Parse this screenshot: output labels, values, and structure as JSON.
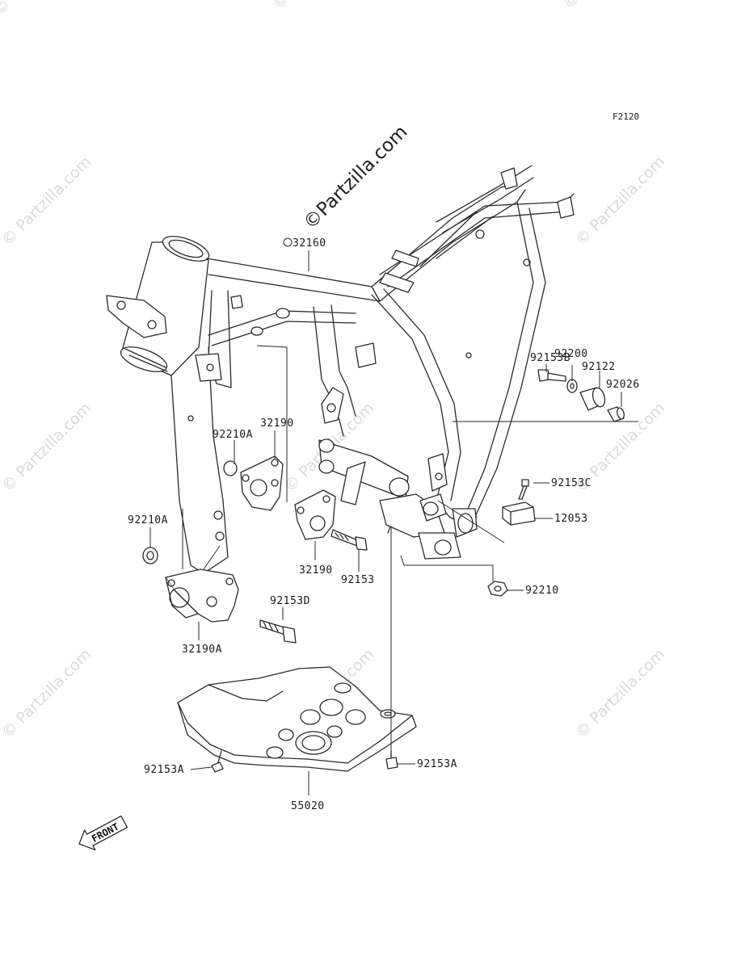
{
  "diagram": {
    "code": "F2120",
    "watermark_main": "©Partzilla.com",
    "watermark": "© Partzilla.com",
    "front_label": "FRONT"
  },
  "labels": {
    "p32160": "32160",
    "p92153B": "92153B",
    "p92200": "92200",
    "p92122": "92122",
    "p92026": "92026",
    "p92210A_upper": "92210A",
    "p32190_upper": "32190",
    "p92153C": "92153C",
    "p12053": "12053",
    "p92210A_left": "92210A",
    "p32190_lower": "32190",
    "p92153": "92153",
    "p92210": "92210",
    "p92153D": "92153D",
    "p32190A": "32190A",
    "p92153A_left": "92153A",
    "p92153A_right": "92153A",
    "p55020": "55020"
  }
}
